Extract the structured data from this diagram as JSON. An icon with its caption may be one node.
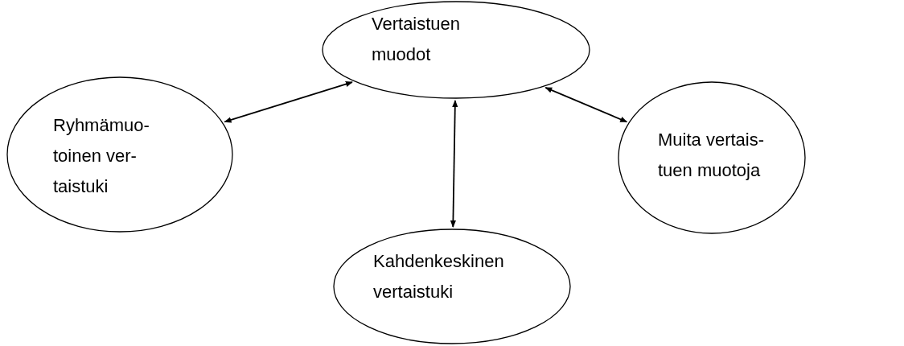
{
  "diagram": {
    "nodes": [
      {
        "text": [
          "Vertaistuen muodot"
        ]
      },
      {
        "text": [
          "Ryhmämuo-toinen ver-taistuki"
        ]
      },
      {
        "text": [
          "Muita vertais-tuen muotoja"
        ]
      },
      {
        "text": [
          "Kahdenkeskinen vertaistuki"
        ]
      }
    ],
    "edges": [
      {
        "from": 0,
        "to": 1,
        "arrow": "both"
      },
      {
        "from": 0,
        "to": 2,
        "arrow": "both"
      },
      {
        "from": 0,
        "to": 3,
        "arrow": "both"
      }
    ]
  }
}
